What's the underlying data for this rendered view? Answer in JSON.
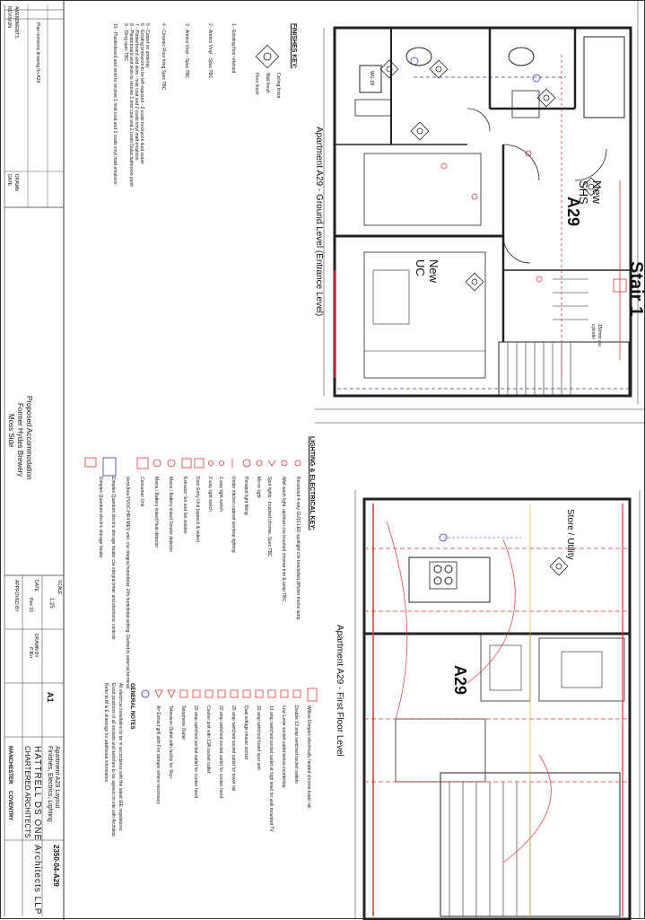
{
  "revisions": {
    "header": [
      "REVISION",
      "AMENDMENTS",
      "DATE",
      "DRAWN"
    ],
    "rows": [
      [
        "",
        "Plan revisions drawing for A29",
        "",
        ""
      ]
    ]
  },
  "finishes_key": {
    "title": "FINISHES KEY:",
    "symbol_labels": [
      "Ceiling finish",
      "Wall finish",
      "Floor finish"
    ],
    "items": [
      "1 - Existing floor retained",
      "2 - Amtico Vinyl - Spec TBC",
      "3 - Amtico Vinyl - Spec TBC",
      "4 - Ceramic Floor tiling Spec TBC",
      "5 - Carpet on underlay",
      "6 - Existing brickwork to be left exposed - 2 coats brickwork dust sealer",
      "7 - Plasterboard and skim - mist coat and 2 coats vinyl matt emulsion",
      "8 - Plasterboard and skim to receive 1 mist coat and 2 coats Dulux bathroom paint",
      "9 - Tiling spec TBC",
      "10 - Plasterboard and skim to receive 1 mist coat and 2 coats vinyl matt emulsion"
    ]
  },
  "lighting_key": {
    "title": "LIGHTING & ELECTRICAL KEY:",
    "items": [
      "Recessed 4-way GU10 LED spotlight c/w bracketed diffuser tracks lamp",
      "Wall wash light, up/down c/w brushed chrome trim & lamp TBC",
      "Spot lights - brushed chrome, Spec TBC",
      "Mirror light",
      "Pendant light fitting",
      "Under kitchen cabinet worktop lighting",
      "1 way light switch",
      "2 way light switch",
      "Door Entry Unit (speech & video)",
      "Extractor fan and fan isolator",
      "Mains / Battery linked Smoke detector",
      "Mains / Battery linked Heat detector",
      "Consumer Unit",
      "Vent Axia PVOC-HR4 MEV unit, c/w integral humidistat. 24h humidistat setting. Ducted to external terminal.",
      "Dimplex Quantum electric storage heater c/w integral timer and electronic controls",
      "Dimplex Quantum electric storage heater"
    ],
    "right_items": [
      "Willow Dimplex electrically heated chrome towel rail",
      "Double 13 amp switched socket outlets",
      "Low Level socket outlet below countertop",
      "13 amp switched socket outlet at high level for wall mounted TV",
      "20 amp switched fused spur unit",
      "Dual voltage shaver socket",
      "20 amp switched socket outlet for towel rail",
      "20 amp switched socket outlet for cooker hood",
      "Cooker unit with 13A socket outlet",
      "20 amp switched socket outlet for cooker hood",
      "Telephone Outlet",
      "Television Outlet with facility for Sky+",
      "Air Extract grill with Fire damper where necessary"
    ],
    "general_notes_title": "GENERAL NOTES",
    "general_notes": [
      "All electrical installation to be in accordance with the latest IEE regulations.",
      "Exact positions of all sockets and switches to be agreed on site with Architect.",
      "Refer to M & E drawings for additional information."
    ]
  },
  "project": {
    "line1": "Proposed Accommodation",
    "line2": "Former Hydes Brewery",
    "line3": "Moss Side"
  },
  "title_block": {
    "scale_label": "SCALE",
    "scale": "1:25",
    "size": "A1",
    "date_label": "DATE",
    "date": "Rev 19",
    "drawn_label": "DRAWN BY",
    "drawn": "PJEn",
    "approved_label": "APPROVED BY",
    "drawing_title1": "Apartment A29 Layout",
    "drawing_title2": "Finishes, Electrics, Lighting",
    "drawing_no": "2350-04-A29",
    "firm1": "HATTRELL DS ONE",
    "firm2": "CHARTERED ARCHITECTS",
    "firm3": "Architects LLP",
    "office1": "MANCHESTER",
    "office2": "COVENTRY"
  },
  "plans": {
    "ground_title": "Apartment A29 - Ground Level (Entrance Level)",
    "first_title": "Apartment A29 - First Floor Level",
    "unit_label": "A29",
    "store_label": "Store / Utility",
    "new_shs": "New SHS",
    "new_uc": "New UC",
    "stair_label": "Stair 1",
    "wg_label": "WG-1B",
    "duct_label": "150mm dia cylinder"
  }
}
